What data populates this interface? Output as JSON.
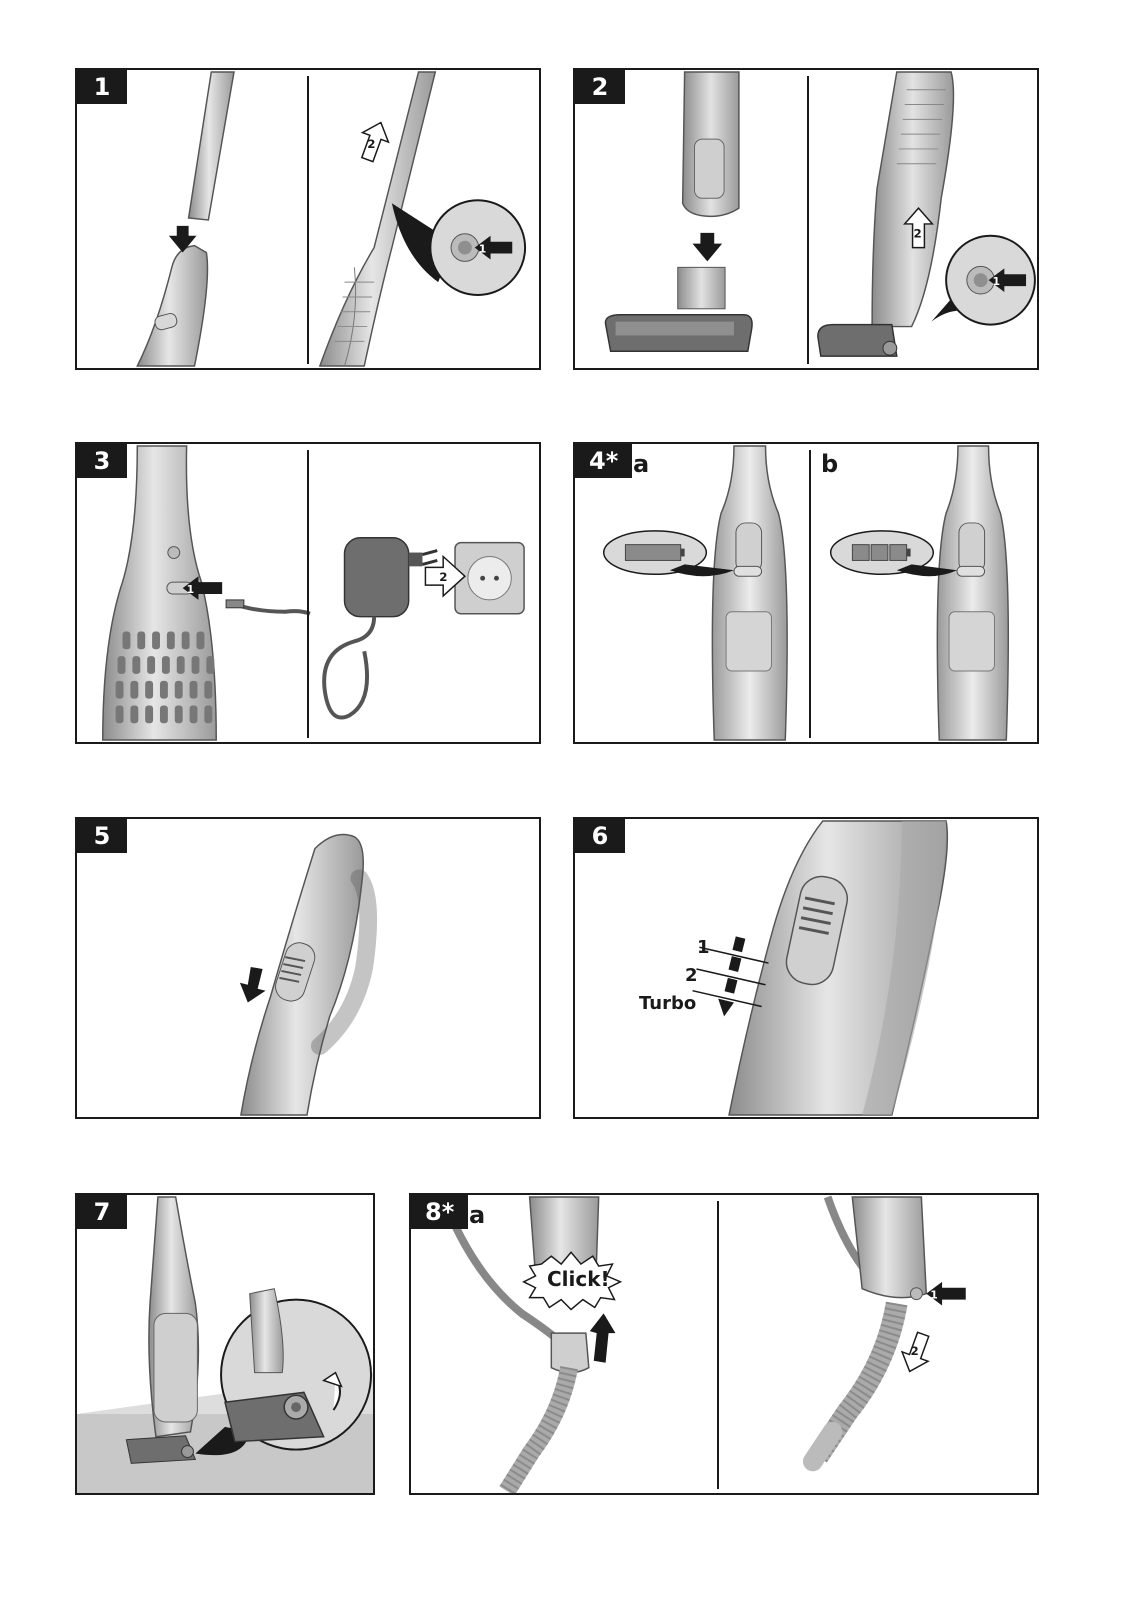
{
  "panels": [
    {
      "number": "1"
    },
    {
      "number": "2"
    },
    {
      "number": "3"
    },
    {
      "number": "4*",
      "sub_a": "a",
      "sub_b": "b"
    },
    {
      "number": "5"
    },
    {
      "number": "6",
      "speed_1": "1",
      "speed_2": "2",
      "speed_turbo": "Turbo"
    },
    {
      "number": "7"
    },
    {
      "number": "8*",
      "sub_a": "a",
      "click_text": "Click!"
    }
  ],
  "step_markers": {
    "one": "1",
    "two": "2"
  }
}
